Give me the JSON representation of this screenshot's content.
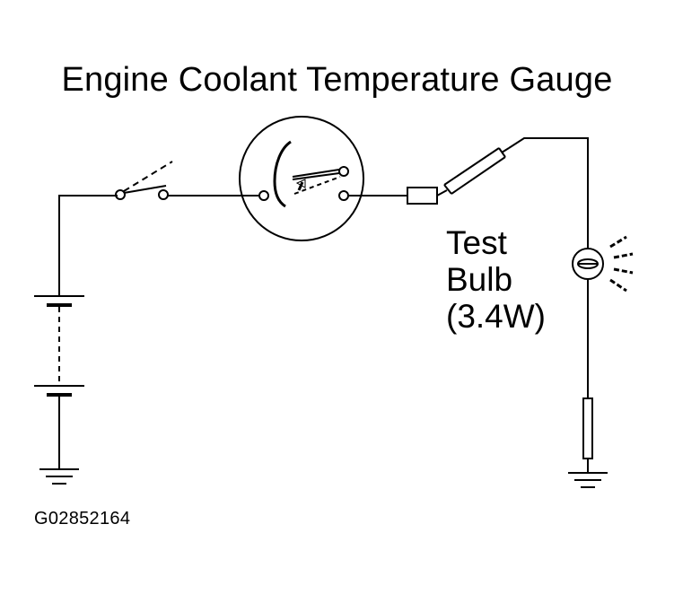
{
  "title": "Engine Coolant Temperature Gauge",
  "bulb_label": {
    "line1": "Test",
    "line2": "Bulb",
    "line3": "(3.4W)"
  },
  "figure_code": "G02852164"
}
